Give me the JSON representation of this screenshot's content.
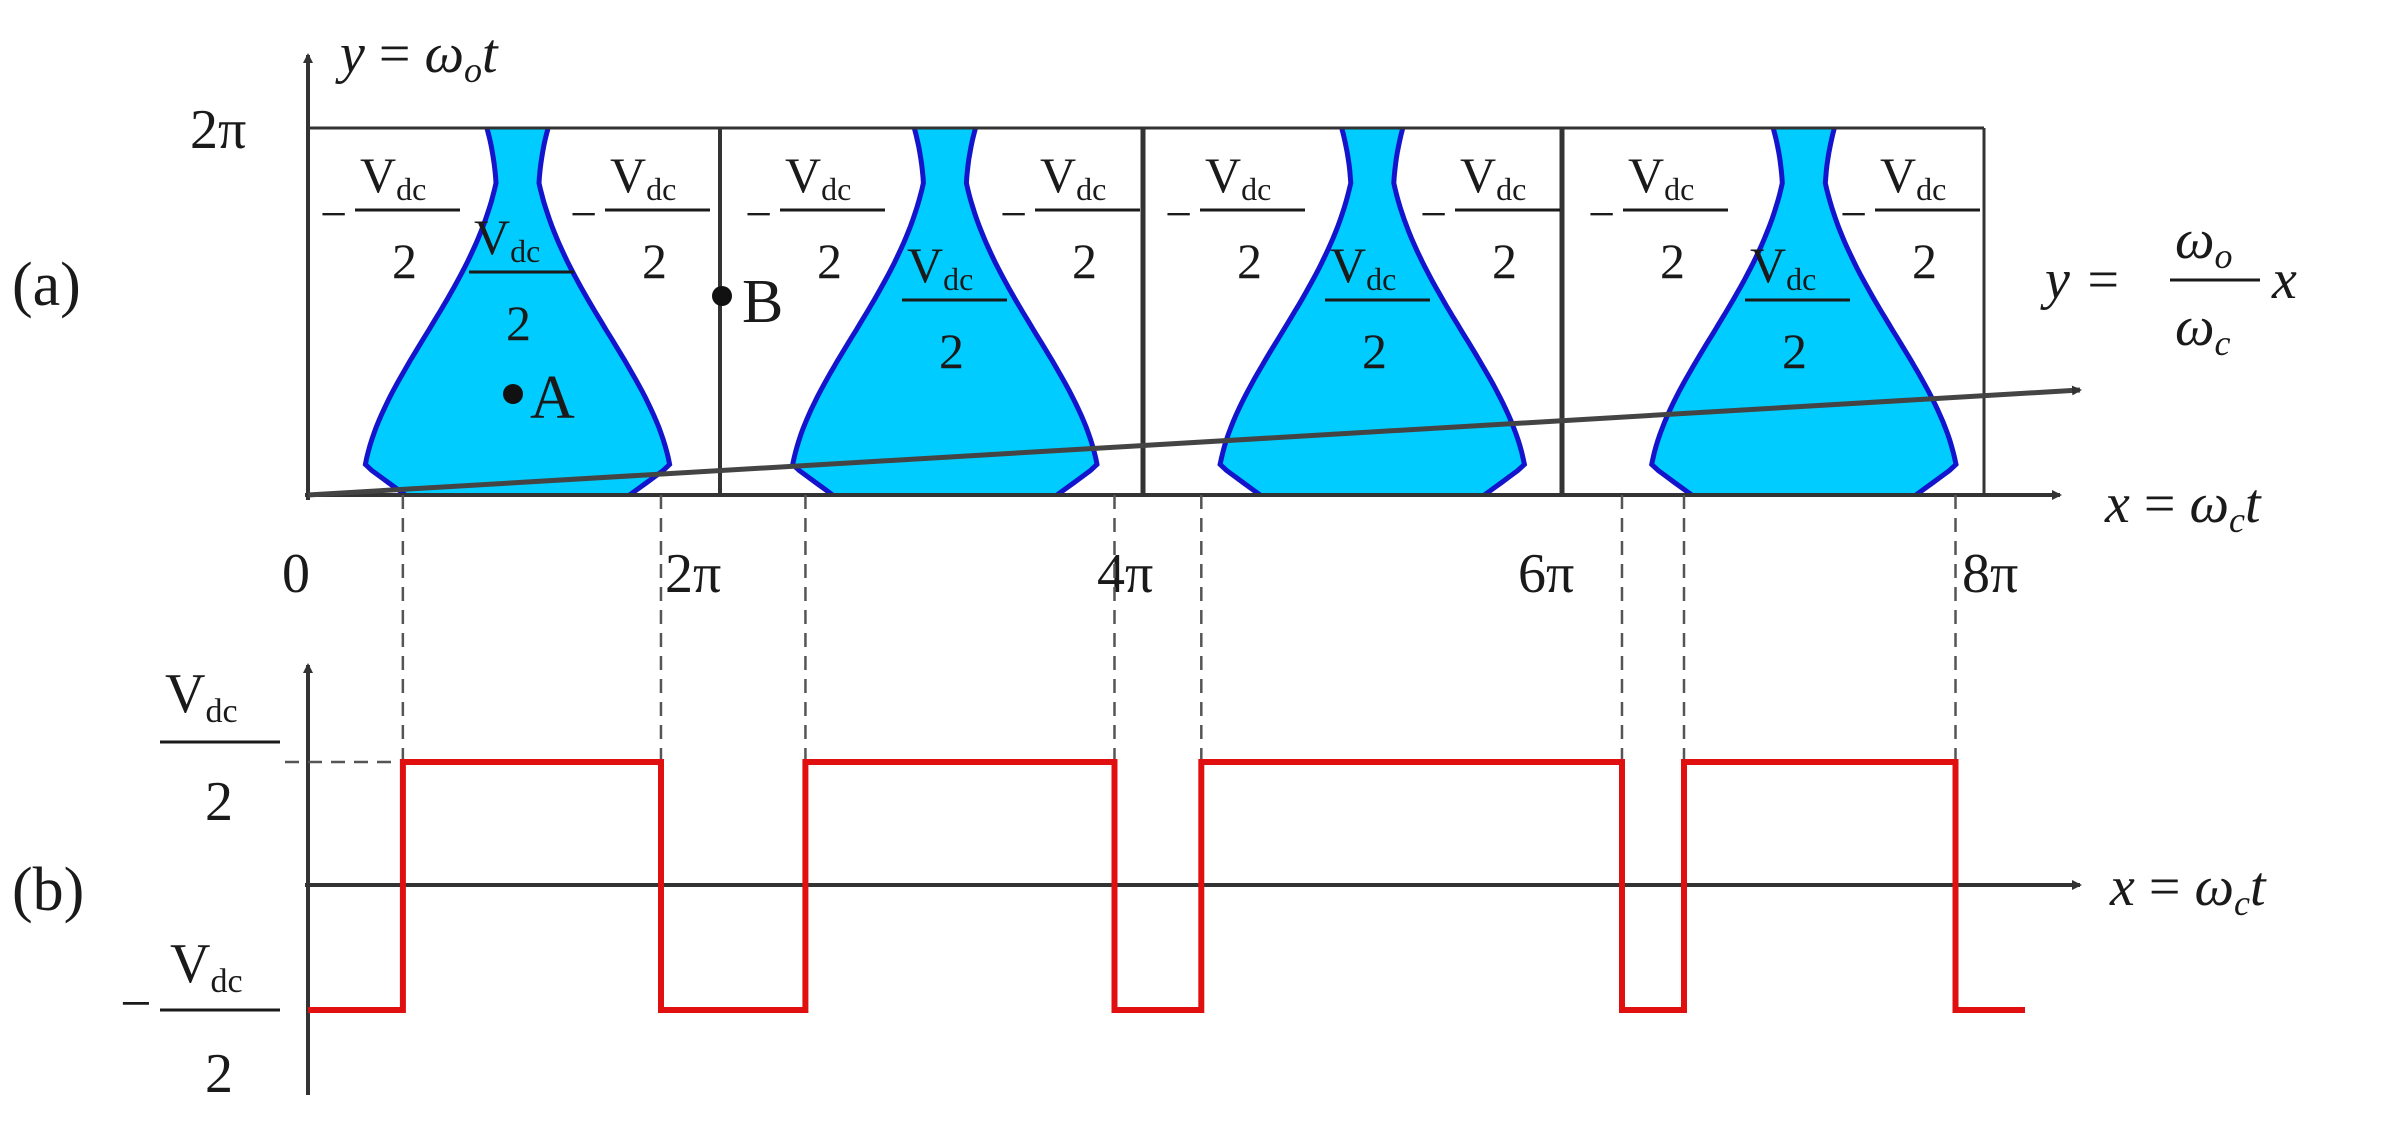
{
  "figure": {
    "colors": {
      "fill": "#00CCFF",
      "boundary": "#1414CC",
      "axis": "#333333",
      "trajectory": "#444444",
      "pwm": "#E01010",
      "dash": "#555555",
      "text": "#1a1a1a"
    },
    "panel_a": {
      "label": "(a)",
      "y_axis_label_lhs": "y",
      "y_axis_label_rhs_omega": "ω",
      "y_axis_label_rhs_sub": "o",
      "y_axis_label_rhs_t": "t",
      "y_tick": "2π",
      "x_axis_label_lhs": "x",
      "x_axis_label_rhs_omega": "ω",
      "x_axis_label_rhs_sub": "c",
      "x_axis_label_rhs_t": "t",
      "x_ticks": [
        "0",
        "2π",
        "4π",
        "6π",
        "8π"
      ],
      "line_label": {
        "lhs": "y =",
        "num_omega": "ω",
        "num_sub": "o",
        "den_omega": "ω",
        "den_sub": "c",
        "var": "x"
      },
      "cell_labels": {
        "minus": "−",
        "v": "V",
        "sub": "dc",
        "two": "2"
      },
      "points": [
        {
          "name": "A"
        },
        {
          "name": "B"
        }
      ]
    },
    "panel_b": {
      "label": "(b)",
      "x_axis_label_lhs": "x",
      "x_axis_label_rhs_omega": "ω",
      "x_axis_label_rhs_sub": "c",
      "x_axis_label_rhs_t": "t",
      "level_high": {
        "v": "V",
        "sub": "dc",
        "den": "2"
      },
      "level_low": {
        "minus": "−",
        "v": "V",
        "sub": "dc",
        "den": "2"
      }
    },
    "switching_instants_normalized_to_period_8pi": [
      0.0566,
      0.2106,
      0.2968,
      0.4812,
      0.533,
      0.784,
      0.821,
      0.983
    ]
  }
}
